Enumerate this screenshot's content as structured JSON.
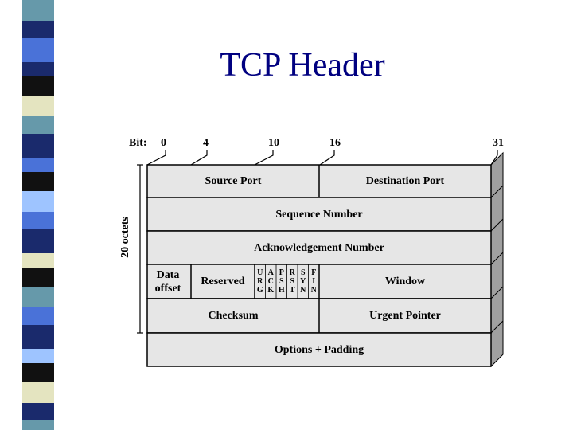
{
  "title": "TCP Header",
  "bit_label": "Bit:",
  "bit_marks": [
    "0",
    "4",
    "10",
    "16",
    "31"
  ],
  "octets_label": "20 octets",
  "fields": {
    "source_port": "Source Port",
    "destination_port": "Destination Port",
    "sequence_number": "Sequence Number",
    "ack_number": "Acknowledgement Number",
    "data_offset": "Data offset",
    "reserved": "Reserved",
    "window": "Window",
    "checksum": "Checksum",
    "urgent_pointer": "Urgent Pointer",
    "options": "Options + Padding"
  },
  "flags": [
    {
      "l1": "U",
      "l2": "R",
      "l3": "G"
    },
    {
      "l1": "A",
      "l2": "C",
      "l3": "K"
    },
    {
      "l1": "P",
      "l2": "S",
      "l3": "H"
    },
    {
      "l1": "R",
      "l2": "S",
      "l3": "T"
    },
    {
      "l1": "S",
      "l2": "Y",
      "l3": "N"
    },
    {
      "l1": "F",
      "l2": "I",
      "l3": "N"
    }
  ],
  "colors": {
    "title": "#000080",
    "cell_fill": "#e6e6e6",
    "depth_fill": "#a0a0a0",
    "stripe": [
      "#6699aa",
      "#1a2a6c",
      "#4a72d8",
      "#111111",
      "#e4e4c0",
      "#9ec4ff"
    ]
  }
}
